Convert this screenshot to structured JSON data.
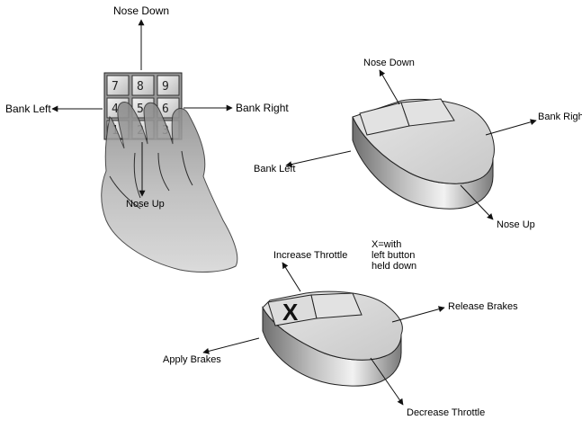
{
  "keypad": {
    "nose_down": "Nose Down",
    "bank_left": "Bank Left",
    "bank_right": "Bank Right",
    "nose_up": "Nose Up",
    "keys": {
      "k7": "7",
      "k8": "8",
      "k9": "9",
      "k4": "4",
      "k5": "5",
      "k6": "6",
      "k1": "1",
      "k2": "2",
      "k3": "3"
    }
  },
  "mouse_flight": {
    "nose_down": "Nose Down",
    "bank_left": "Bank Left",
    "bank_right": "Bank Right",
    "nose_up": "Nose Up"
  },
  "mouse_throttle": {
    "increase_throttle": "Increase Throttle",
    "decrease_throttle": "Decrease Throttle",
    "apply_brakes": "Apply Brakes",
    "release_brakes": "Release Brakes",
    "x_mark": "X",
    "note_line1": "X=with",
    "note_line2": "left button",
    "note_line3": "held down"
  }
}
